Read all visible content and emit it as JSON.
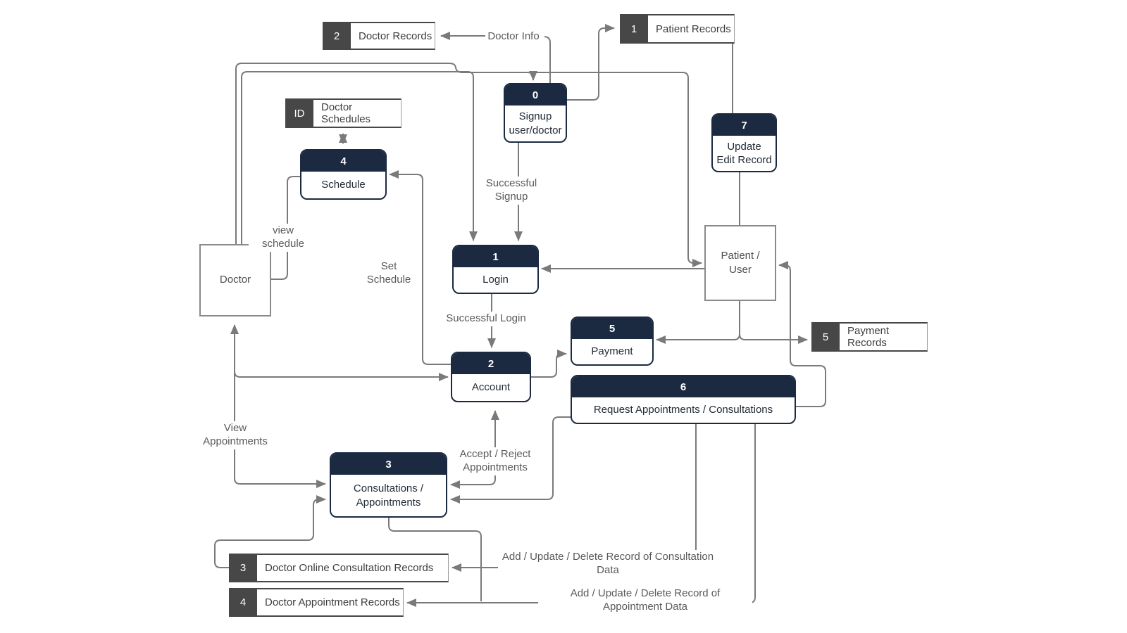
{
  "processes": {
    "p0": {
      "num": "0",
      "label": "Signup\nuser/doctor"
    },
    "p1": {
      "num": "1",
      "label": "Login"
    },
    "p2": {
      "num": "2",
      "label": "Account"
    },
    "p3": {
      "num": "3",
      "label": "Consultations /\nAppointments"
    },
    "p4": {
      "num": "4",
      "label": "Schedule"
    },
    "p5": {
      "num": "5",
      "label": "Payment"
    },
    "p6": {
      "num": "6",
      "label": "Request Appointments / Consultations"
    },
    "p7": {
      "num": "7",
      "label": "Update\nEdit Record"
    }
  },
  "stores": {
    "ds1": {
      "num": "1",
      "label": "Patient Records"
    },
    "ds2": {
      "num": "2",
      "label": "Doctor Records"
    },
    "ds3": {
      "num": "3",
      "label": "Doctor Online Consultation Records"
    },
    "ds4": {
      "num": "4",
      "label": "Doctor Appointment Records"
    },
    "ds5": {
      "num": "5",
      "label": "Payment Records"
    },
    "dsid": {
      "num": "ID",
      "label": "Doctor Schedules"
    }
  },
  "entities": {
    "doctor": {
      "label": "Doctor"
    },
    "patient": {
      "label": "Patient /\nUser"
    }
  },
  "flow_labels": {
    "doctor_info": "Doctor Info",
    "successful_signup": "Successful\nSignup",
    "view_schedule": "view schedule",
    "set_schedule": "Set Schedule",
    "successful_login": "Successful Login",
    "view_appointments": "View\nAppointments",
    "accept_reject": "Accept / Reject\nAppointments",
    "add_consultation": "Add / Update / Delete Record of Consultation Data",
    "add_appointment": "Add / Update / Delete Record of Appointment Data"
  },
  "colors": {
    "navy": "#1b2a41",
    "store_gray": "#474747",
    "line_gray": "#7a7a7a",
    "label_gray": "#5a5a5a"
  }
}
